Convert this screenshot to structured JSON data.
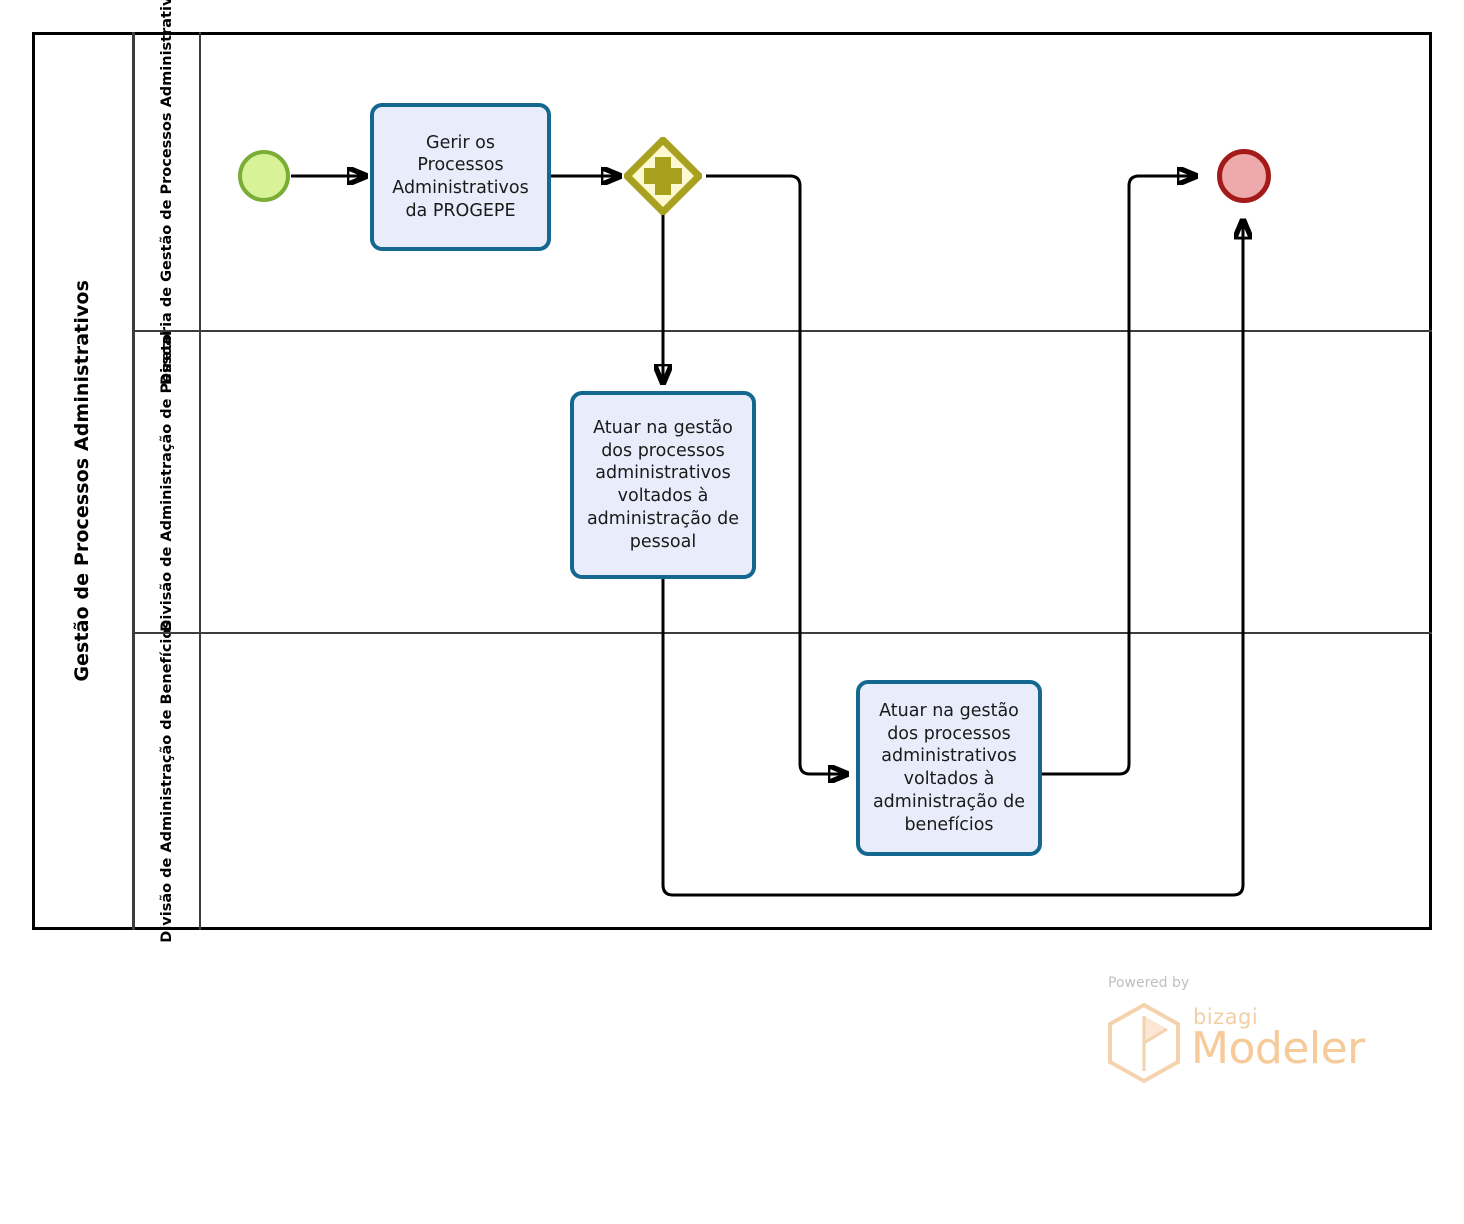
{
  "diagram": {
    "type": "bpmn-process-diagram",
    "pool_title": "Gestão de Processos Administrativos",
    "lanes": [
      {
        "id": "lane-diretoria",
        "label": "Diretoria de Gestão de Processos Administrativos"
      },
      {
        "id": "lane-pessoal",
        "label": "Divisão de Administração de Pessoal"
      },
      {
        "id": "lane-beneficios",
        "label": "Divisão de Administração de Benefícios"
      }
    ],
    "nodes": {
      "start_event": {
        "name": "start-event",
        "label": "",
        "color": "#d8f298",
        "border": "#7aad36"
      },
      "task_gerir": {
        "name": "task-gerir-processos",
        "label": "Gerir os Processos Administrativos da PROGEPE"
      },
      "gateway_parallel": {
        "name": "parallel-gateway",
        "symbol": "+",
        "fill": "#fcf8cf",
        "border": "#a8a01f"
      },
      "task_pessoal": {
        "name": "task-atuar-pessoal",
        "label": "Atuar na gestão dos processos administrativos voltados à administração de pessoal"
      },
      "task_beneficios": {
        "name": "task-atuar-beneficios",
        "label": "Atuar na gestão dos processos administrativos voltados à administração de benefícios"
      },
      "end_event": {
        "name": "end-event",
        "label": "",
        "color": "#eeaaaa",
        "border": "#a41919"
      }
    },
    "accent_colors": {
      "task_fill": "#e9edfb",
      "task_border": "#14688f",
      "gateway_fill": "#fcf8cf",
      "gateway_border": "#a8a01f",
      "start_fill": "#d8f298",
      "start_border": "#7aad36",
      "end_fill": "#eeaaaa",
      "end_border": "#a41919",
      "lane_border": "#3d3d3d",
      "connector": "#000000"
    }
  },
  "footer": {
    "powered_by": "Powered by",
    "brand": "bizagi",
    "product": "Modeler"
  }
}
